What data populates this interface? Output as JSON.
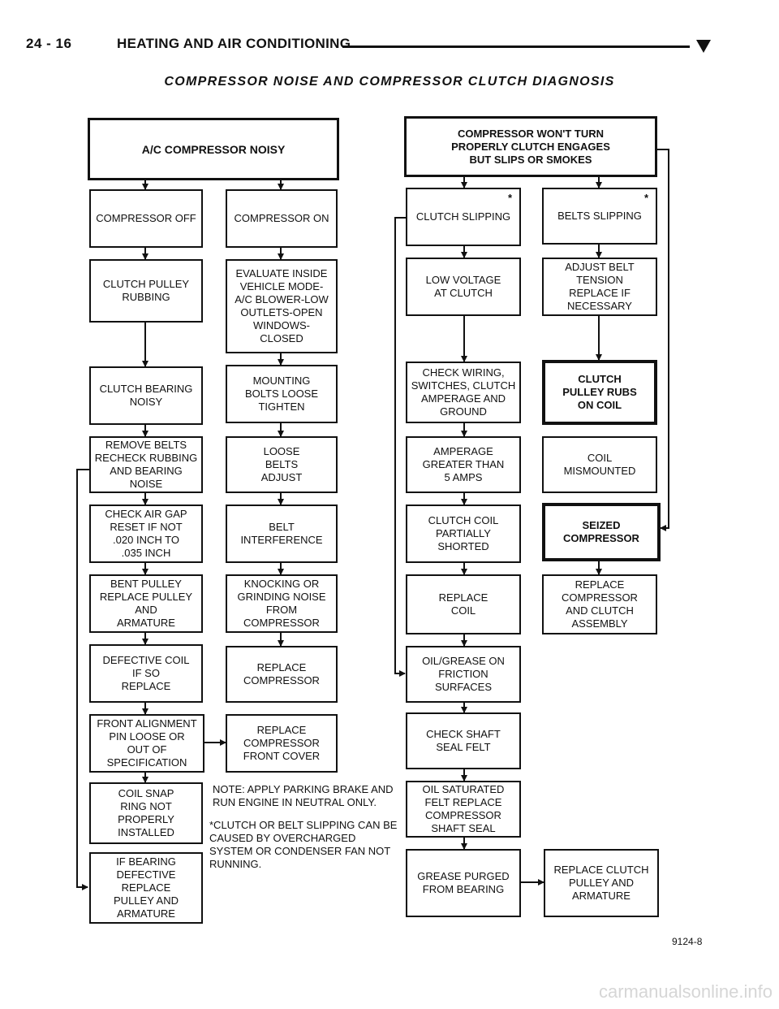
{
  "header": {
    "page_number": "24 - 16",
    "section_title": "HEATING AND AIR CONDITIONING",
    "diagram_title": "COMPRESSOR NOISE AND COMPRESSOR CLUTCH DIAGNOSIS"
  },
  "left_chart": {
    "root": "A/C COMPRESSOR NOISY",
    "off_branch": [
      "COMPRESSOR OFF",
      "CLUTCH PULLEY\nRUBBING",
      "CLUTCH BEARING\nNOISY",
      "REMOVE BELTS\nRECHECK RUBBING\nAND BEARING\nNOISE",
      "CHECK AIR GAP\nRESET IF NOT\n.020 INCH TO\n.035 INCH",
      "BENT PULLEY\nREPLACE PULLEY\nAND\nARMATURE",
      "DEFECTIVE COIL\nIF SO\nREPLACE",
      "FRONT ALIGNMENT\nPIN LOOSE OR\nOUT OF\nSPECIFICATION",
      "COIL SNAP\nRING NOT\nPROPERLY\nINSTALLED",
      "IF BEARING\nDEFECTIVE\nREPLACE\nPULLEY AND\nARMATURE"
    ],
    "on_branch": [
      "COMPRESSOR ON",
      "EVALUATE INSIDE\nVEHICLE MODE-\nA/C BLOWER-LOW\nOUTLETS-OPEN\nWINDOWS-\nCLOSED",
      "MOUNTING\nBOLTS LOOSE\nTIGHTEN",
      "LOOSE\nBELTS\nADJUST",
      "BELT\nINTERFERENCE",
      "KNOCKING OR\nGRINDING NOISE\nFROM\nCOMPRESSOR",
      "REPLACE\nCOMPRESSOR",
      "REPLACE\nCOMPRESSOR\nFRONT COVER"
    ]
  },
  "right_chart": {
    "root": "COMPRESSOR WON'T TURN\nPROPERLY CLUTCH ENGAGES\nBUT SLIPS OR SMOKES",
    "clutch_branch": [
      "CLUTCH SLIPPING",
      "LOW VOLTAGE\nAT CLUTCH",
      "CHECK WIRING,\nSWITCHES, CLUTCH\nAMPERAGE AND\nGROUND",
      "AMPERAGE\nGREATER THAN\n5 AMPS",
      "CLUTCH COIL\nPARTIALLY\nSHORTED",
      "REPLACE\nCOIL",
      "OIL/GREASE ON\nFRICTION SURFACES",
      "CHECK SHAFT\nSEAL FELT",
      "OIL SATURATED\nFELT REPLACE\nCOMPRESSOR\nSHAFT SEAL",
      "GREASE PURGED\nFROM BEARING"
    ],
    "belt_branch": [
      "BELTS SLIPPING",
      "ADJUST BELT\nTENSION\nREPLACE IF\nNECESSARY",
      "CLUTCH\nPULLEY RUBS\nON COIL",
      "COIL\nMISMOUNTED",
      "SEIZED\nCOMPRESSOR",
      "REPLACE\nCOMPRESSOR\nAND CLUTCH\nASSEMBLY"
    ],
    "final": "REPLACE CLUTCH\nPULLEY AND\nARMATURE",
    "star": "*"
  },
  "notes": {
    "note1": "NOTE: APPLY PARKING BRAKE AND\nRUN ENGINE IN NEUTRAL ONLY.",
    "note2": "*CLUTCH OR BELT SLIPPING CAN BE\n  CAUSED BY OVERCHARGED\n  SYSTEM OR CONDENSER FAN NOT\n  RUNNING."
  },
  "figure_id": "9124-8",
  "watermark": "carmanualsonline.info"
}
